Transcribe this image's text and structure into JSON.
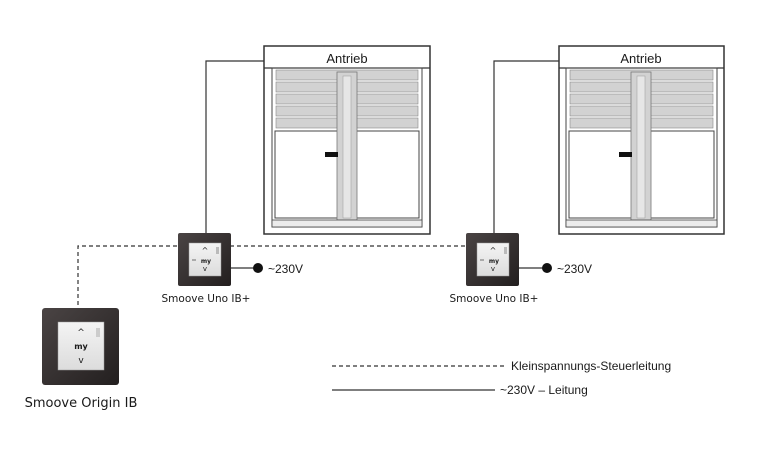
{
  "windows": [
    {
      "drive_label": "Antrieb"
    },
    {
      "drive_label": "Antrieb"
    }
  ],
  "switches": [
    {
      "name": "Smoove Uno IB+",
      "my_label": "my",
      "power_label": "~230V"
    },
    {
      "name": "Smoove Uno IB+",
      "my_label": "my",
      "power_label": "~230V"
    }
  ],
  "origin": {
    "name": "Smoove Origin IB",
    "my_label": "my"
  },
  "legend": {
    "dashed": "Kleinspannungs-Steuerleitung",
    "solid": "~230V – Leitung"
  },
  "colors": {
    "frame": "#3a3434",
    "line": "#222222",
    "shutter": "#d2d2d2"
  }
}
